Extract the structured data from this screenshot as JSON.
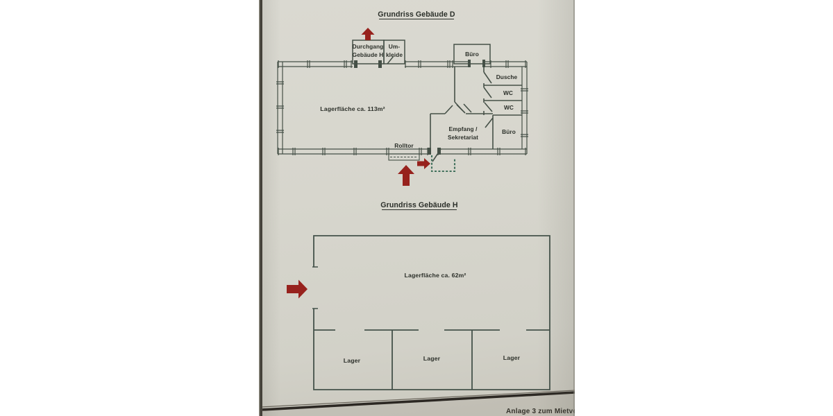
{
  "document": {
    "annotation_bottom": "Anlage 3 zum Mietvertr",
    "colors": {
      "paper": "#d7d6cd",
      "ink": "#2b2f29",
      "wall_line": "#455047",
      "arrow_red": "#97221d",
      "vestibule_teal": "#41705c"
    },
    "plan_d": {
      "title": "Grundriss Gebäude D",
      "labels": {
        "durchgang_1": "Durchgang",
        "durchgang_2": "Gebäude H",
        "umkleide_1": "Um-",
        "umkleide_2": "kleide",
        "buero_top": "Büro",
        "dusche": "Dusche",
        "wc_1": "WC",
        "wc_2": "WC",
        "buero_right": "Büro",
        "empfang_1": "Empfang /",
        "empfang_2": "Sekretariat",
        "lagerflaeche": "Lagerfläche ca. 113m²",
        "rolltor": "Rolltor"
      }
    },
    "plan_h": {
      "title": "Grundriss Gebäude H",
      "labels": {
        "lagerflaeche": "Lagerfläche ca. 62m²",
        "lager_1": "Lager",
        "lager_2": "Lager",
        "lager_3": "Lager"
      }
    }
  }
}
